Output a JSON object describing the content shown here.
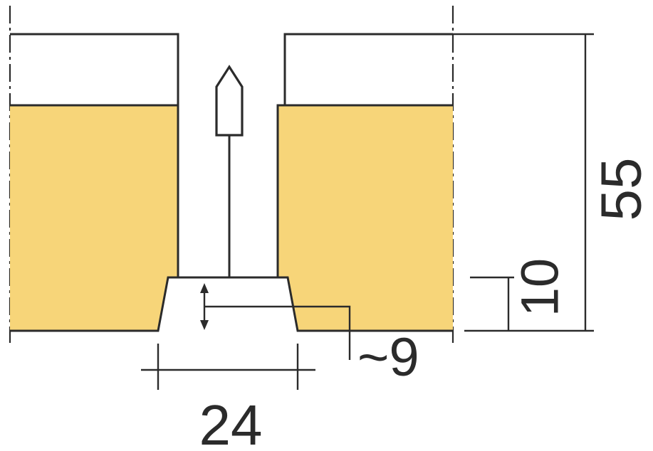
{
  "diagram": {
    "dimension_labels": {
      "total_height": "55",
      "recess_height": "10",
      "joint_depth_approx": "~9",
      "joint_width": "24"
    },
    "colors": {
      "panel_fill": "#F7D579",
      "line": "#2B2B2B",
      "background": "#FFFFFF"
    }
  }
}
